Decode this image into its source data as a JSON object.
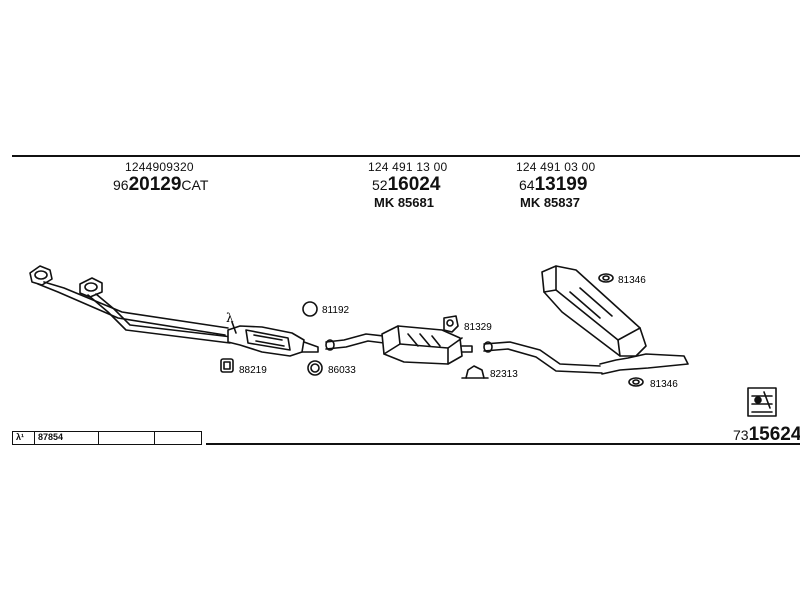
{
  "header_codes": [
    {
      "oem": "1244909320",
      "prefix": "96",
      "number": "20129",
      "suffix": "CAT",
      "mk": ""
    },
    {
      "oem": "124 491 13 00",
      "prefix": "52",
      "number": "16024",
      "suffix": "",
      "mk": "MK  85681"
    },
    {
      "oem": "124 491 03 00",
      "prefix": "64",
      "number": "13199",
      "suffix": "",
      "mk": "MK  85837"
    }
  ],
  "callouts": {
    "lambda_symbol": "λ",
    "c81192": "81192",
    "c88219": "88219",
    "c86033": "86033",
    "c81329": "81329",
    "c82313": "82313",
    "c81346a": "81346",
    "c81346b": "81346"
  },
  "footer_table": {
    "cell1": "λ¹",
    "cell2": "87854",
    "cell3": "",
    "cell4": ""
  },
  "diagram_id": {
    "prefix": "73",
    "number": "15624"
  }
}
